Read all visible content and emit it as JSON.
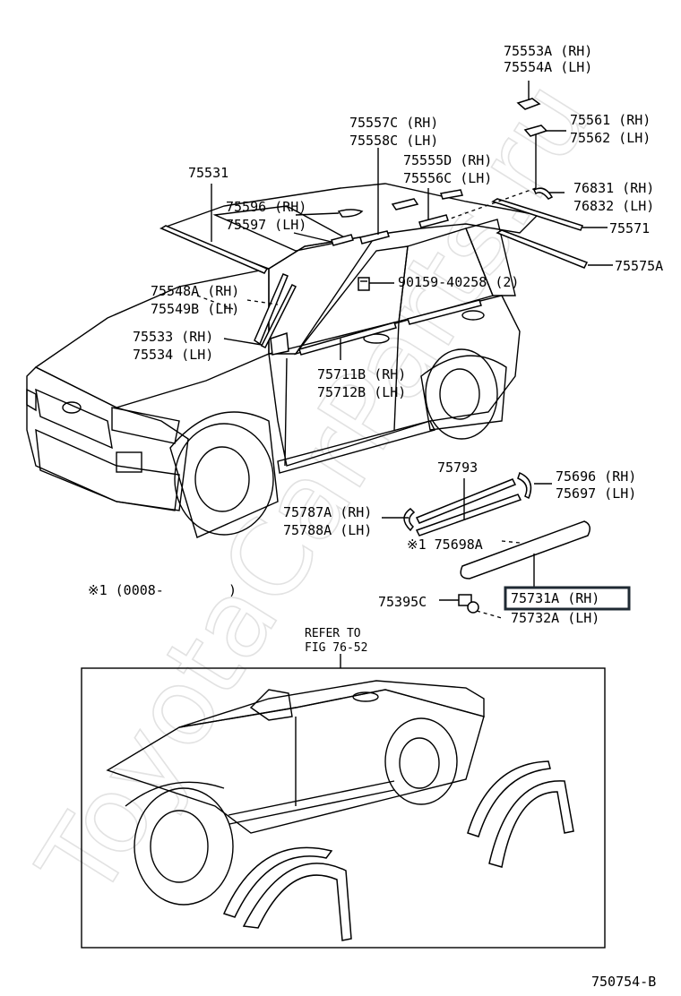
{
  "watermark": "ToyotaCarParts.ru",
  "callouts": [
    {
      "id": "p75553a",
      "text": "75553A (RH)"
    },
    {
      "id": "p75554a",
      "text": "75554A (LH)"
    },
    {
      "id": "p75561",
      "text": "75561 (RH)"
    },
    {
      "id": "p75562",
      "text": "75562 (LH)"
    },
    {
      "id": "p75557c",
      "text": "75557C (RH)"
    },
    {
      "id": "p75558c",
      "text": "75558C (LH)"
    },
    {
      "id": "p75555d",
      "text": "75555D (RH)"
    },
    {
      "id": "p75556c",
      "text": "75556C (LH)"
    },
    {
      "id": "p75531",
      "text": "75531"
    },
    {
      "id": "p75596",
      "text": "75596 (RH)"
    },
    {
      "id": "p75597",
      "text": "75597 (LH)"
    },
    {
      "id": "p76831",
      "text": "76831 (RH)"
    },
    {
      "id": "p76832",
      "text": "76832 (LH)"
    },
    {
      "id": "p75571",
      "text": "75571"
    },
    {
      "id": "p75575a",
      "text": "75575A"
    },
    {
      "id": "p90159",
      "text": "90159-40258 (2)"
    },
    {
      "id": "p75548a",
      "text": "75548A (RH)"
    },
    {
      "id": "p75549b",
      "text": "75549B (LH)"
    },
    {
      "id": "p75533",
      "text": "75533 (RH)"
    },
    {
      "id": "p75534",
      "text": "75534 (LH)"
    },
    {
      "id": "p75711b",
      "text": "75711B (RH)"
    },
    {
      "id": "p75712b",
      "text": "75712B (LH)"
    },
    {
      "id": "p75793",
      "text": "75793"
    },
    {
      "id": "p75696",
      "text": "75696 (RH)"
    },
    {
      "id": "p75697",
      "text": "75697 (LH)"
    },
    {
      "id": "p75787a",
      "text": "75787A (RH)"
    },
    {
      "id": "p75788a",
      "text": "75788A (LH)"
    },
    {
      "id": "p75698a",
      "text": "※1 75698A"
    },
    {
      "id": "p75395c",
      "text": "75395C"
    },
    {
      "id": "p75731a",
      "text": "75731A (RH)"
    },
    {
      "id": "p75732a",
      "text": "75732A (LH)"
    }
  ],
  "footnote": "※1 (0008-        )",
  "refer_line1": "REFER TO",
  "refer_line2": "FIG 76-52",
  "figure_code": "750754-B",
  "highlighted_part": "75731A (RH)"
}
